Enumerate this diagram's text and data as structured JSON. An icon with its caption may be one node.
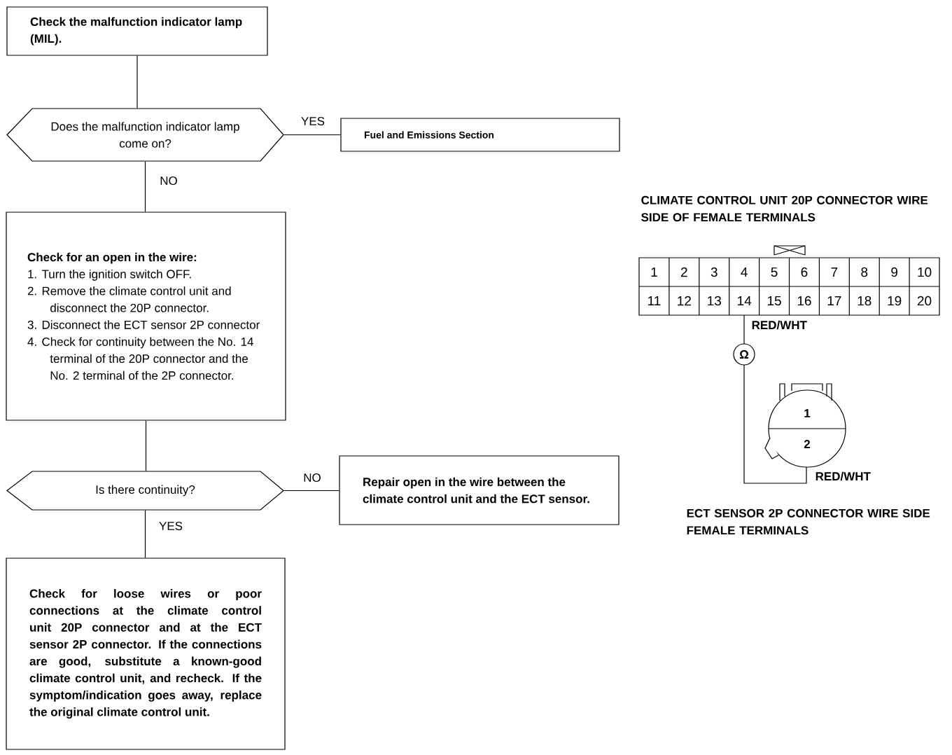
{
  "diagram": {
    "nodes": [
      {
        "text": [
          "Check the malfunction indicator lamp (MIL)."
        ]
      },
      {
        "text": [
          "Does the malfunction indicator lamp come on?"
        ]
      },
      {
        "text": [
          "Fuel and Emissions Section"
        ]
      },
      {
        "text": [
          "Check for an open in the wire:",
          "1. Turn the ignition switch OFF.",
          "2. Remove the climate control unit and disconnect the 20P connector.",
          "3. Disconnect the ECT sensor 2P connector",
          "4. Check for continuity between the No. 14 terminal of the 20P connector and the No. 2 terminal of the 2P connector."
        ]
      },
      {
        "text": [
          "Is there continuity?"
        ]
      },
      {
        "text": [
          "Repair open in the wire between the climate control unit and the ECT sensor."
        ]
      },
      {
        "text": [
          "Check for loose wires or poor connections at the climate control unit 20P connector and at the ECT sensor 2P connector. If the connections are good, substitute a known-good climate control unit, and recheck. If the symptom/indication goes away, replace the original climate control unit."
        ]
      }
    ],
    "edges": [
      {
        "from": 0,
        "to": 1,
        "arrow": "none"
      },
      {
        "from": 1,
        "to": 2,
        "arrow": "none",
        "label": "YES"
      },
      {
        "from": 1,
        "to": 3,
        "arrow": "none",
        "label": "NO"
      },
      {
        "from": 3,
        "to": 4,
        "arrow": "none"
      },
      {
        "from": 4,
        "to": 5,
        "arrow": "none",
        "label": "NO"
      },
      {
        "from": 4,
        "to": 6,
        "arrow": "none",
        "label": "YES"
      }
    ],
    "labels": [
      "CLIMATE CONTROL UNIT 20P CONNECTOR WIRE SIDE OF FEMALE TERMINALS",
      "1",
      "2",
      "3",
      "4",
      "5",
      "6",
      "7",
      "8",
      "9",
      "10",
      "11",
      "12",
      "13",
      "14",
      "15",
      "16",
      "17",
      "18",
      "19",
      "20",
      "RED/WHT",
      "Ω",
      "1",
      "2",
      "RED/WHT",
      "ECT SENSOR 2P CONNECTOR WIRE SIDE FEMALE TERMINALS"
    ]
  }
}
